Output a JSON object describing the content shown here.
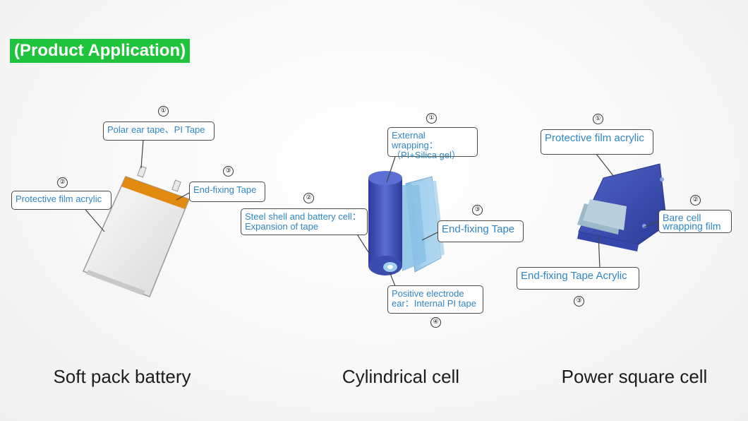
{
  "title": "(Product Application)",
  "colors": {
    "badge": "#20c33c",
    "callout_text": "#2f86c6",
    "cell_blue": "#3c4fb0"
  },
  "panels": [
    {
      "caption": "Soft pack battery",
      "callouts": [
        {
          "num": "①",
          "label": "Polar ear tape、PI Tape"
        },
        {
          "num": "②",
          "label": "Protective film acrylic"
        },
        {
          "num": "③",
          "label": "End-fixing Tape"
        }
      ]
    },
    {
      "caption": "Cylindrical cell",
      "callouts": [
        {
          "num": "①",
          "label": "External wrapping：\n（PI+Silica gel）"
        },
        {
          "num": "②",
          "label": "Steel shell and battery cell：\nExpansion of tape"
        },
        {
          "num": "③",
          "label": "End-fixing Tape"
        },
        {
          "num": "④",
          "label": "Positive electrode\near：Internal PI tape"
        }
      ]
    },
    {
      "caption": "Power square cell",
      "callouts": [
        {
          "num": "①",
          "label": "Protective film acrylic"
        },
        {
          "num": "②",
          "label": "Bare cell\nwrapping film"
        },
        {
          "num": "③",
          "label": "End-fixing Tape Acrylic"
        }
      ]
    }
  ]
}
